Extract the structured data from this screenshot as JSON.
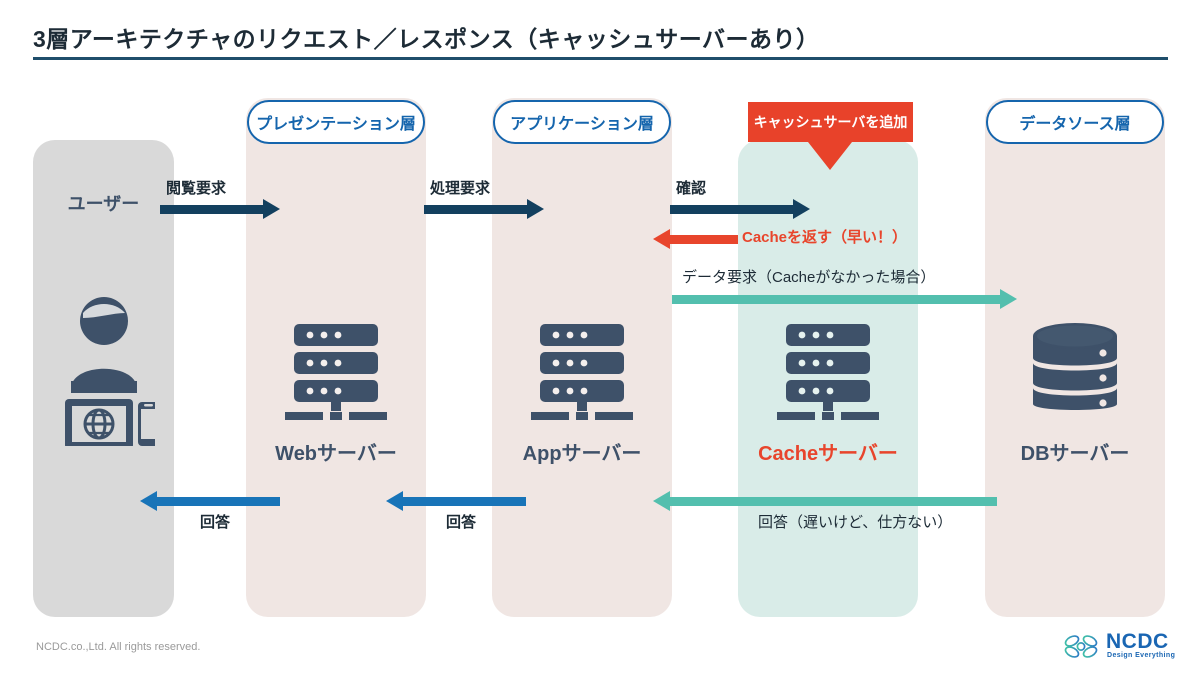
{
  "page": {
    "title": "3層アーキテクチャのリクエスト／レスポンス（キャッシュサーバーあり）"
  },
  "layers": {
    "presentation": "プレゼンテーション層",
    "application": "アプリケーション層",
    "datasource": "データソース層"
  },
  "callout": {
    "text": "キャッシュサーバを追加",
    "color": "#e8422a"
  },
  "columns": [
    {
      "name": "user",
      "caption": "ユーザー",
      "bg": "#d9d9d9"
    },
    {
      "name": "web",
      "caption": "Webサーバー",
      "bg": "#f0e6e3"
    },
    {
      "name": "app",
      "caption": "Appサーバー",
      "bg": "#f0e6e3"
    },
    {
      "name": "cache",
      "caption": "Cacheサーバー",
      "bg": "#d9ece8"
    },
    {
      "name": "db",
      "caption": "DBサーバー",
      "bg": "#f0e6e3"
    }
  ],
  "captions": {
    "user": "ユーザー",
    "web": "Webサーバー",
    "app": "Appサーバー",
    "cache": "Cacheサーバー",
    "db": "DBサーバー"
  },
  "arrows": {
    "browse_request": {
      "label": "閲覧要求",
      "color": "#13405f",
      "direction": "right"
    },
    "process_request": {
      "label": "処理要求",
      "color": "#13405f",
      "direction": "right"
    },
    "confirm": {
      "label": "確認",
      "color": "#13405f",
      "direction": "right"
    },
    "cache_return": {
      "label": "Cacheを返す（早い！）",
      "color": "#e8452c",
      "direction": "left"
    },
    "data_request": {
      "label": "データ要求（Cacheがなかった場合）",
      "color": "#53bfae",
      "direction": "right"
    },
    "answer_web": {
      "label": "回答",
      "color": "#1874b8",
      "direction": "left"
    },
    "answer_app": {
      "label": "回答",
      "color": "#1874b8",
      "direction": "left"
    },
    "answer_db": {
      "label": "回答（遅いけど、仕方ない）",
      "color": "#53bfae",
      "direction": "left"
    }
  },
  "footer": {
    "copyright": "NCDC.co.,Ltd. All rights reserved.",
    "logo_word": "NCDC",
    "logo_tagline": "Design Everything"
  }
}
